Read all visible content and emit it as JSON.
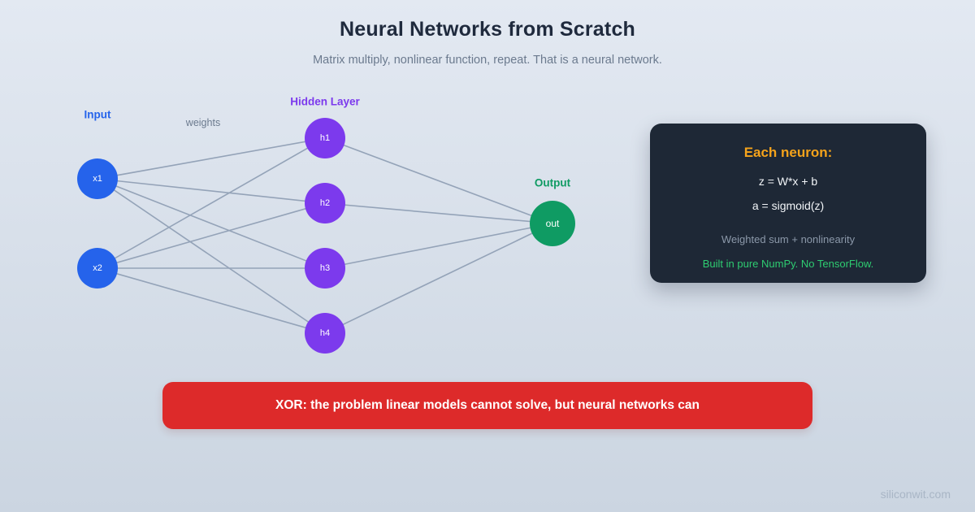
{
  "header": {
    "title": "Neural Networks from Scratch",
    "subtitle": "Matrix multiply, nonlinear function, repeat. That is a neural network."
  },
  "diagram": {
    "input_label": "Input",
    "hidden_label": "Hidden Layer",
    "output_label": "Output",
    "weights_label": "weights",
    "nodes": {
      "x1": {
        "label": "x1"
      },
      "x2": {
        "label": "x2"
      },
      "h1": {
        "label": "h1"
      },
      "h2": {
        "label": "h2"
      },
      "h3": {
        "label": "h3"
      },
      "h4": {
        "label": "h4"
      },
      "out": {
        "label": "out"
      }
    }
  },
  "neuron_card": {
    "title": "Each neuron:",
    "equation1": "z = W*x + b",
    "equation2": "a = sigmoid(z)",
    "hint": "Weighted sum + nonlinearity",
    "footer": "Built in pure NumPy. No TensorFlow."
  },
  "banner": {
    "text": "XOR: the problem linear models cannot solve, but neural networks can"
  },
  "watermark": "siliconwit.com",
  "colors": {
    "bg-top": "#e3e9f2",
    "bg-bottom": "#cbd5e1",
    "title": "#1f2a3d",
    "subtitle": "#6b7a8e",
    "input-node": "#2563eb",
    "hidden-node": "#7c3aed",
    "output-node": "#0f9b63",
    "input-label": "#2563eb",
    "hidden-label": "#7c3aed",
    "output-label": "#0f9b63",
    "edge": "#94a3b8",
    "card-bg": "#1e2836",
    "card-title": "#f5a31b",
    "card-eq": "#f2f5f8",
    "card-hint": "#8b98a9",
    "card-footer": "#2ecc71",
    "banner-bg": "#dd2a2a",
    "banner-text": "#ffffff",
    "watermark": "#a9b6c6"
  }
}
